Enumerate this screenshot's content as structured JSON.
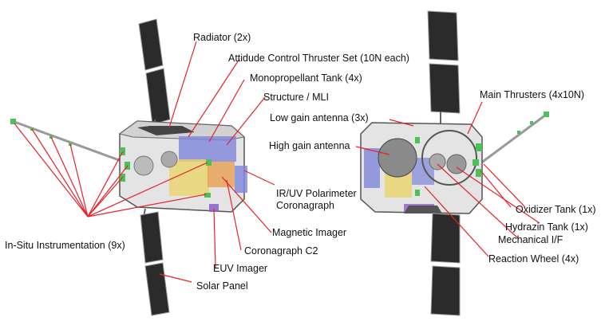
{
  "labels": {
    "radiator": "Radiator (2x)",
    "attitude": "Attidude Control  Thruster Set (10N each)",
    "mono_tank": "Monopropellant Tank (4x)",
    "structure": "Structure  / MLI",
    "low_gain": "Low gain antenna (3x)",
    "high_gain": "High gain antenna",
    "main_thrusters": "Main Thrusters (4x10N)",
    "polarimeter_1": "IR/UV Polarimeter",
    "polarimeter_2": "Coronagraph",
    "oxidizer": "Oxidizer Tank (1x)",
    "hydrazin": "Hydrazin Tank (1x)",
    "mechanical": "Mechanical  I/F",
    "magnetic": "Magnetic Imager",
    "coronagraph_c2": "Coronagraph C2",
    "reaction_wheel": "Reaction Wheel (4x)",
    "in_situ": "In-Situ Instrumentation (9x)",
    "euv": "EUV Imager",
    "solar_panel": "Solar Panel"
  },
  "colors": {
    "leader": "#e8202a",
    "panel": "#2b2b2b",
    "body": "#e2e2e2",
    "blue": "#7f86dc",
    "yellow": "#e8d36a",
    "orange": "#e7a45c",
    "green": "#4fbf5a",
    "purple": "#8c5fc9"
  }
}
